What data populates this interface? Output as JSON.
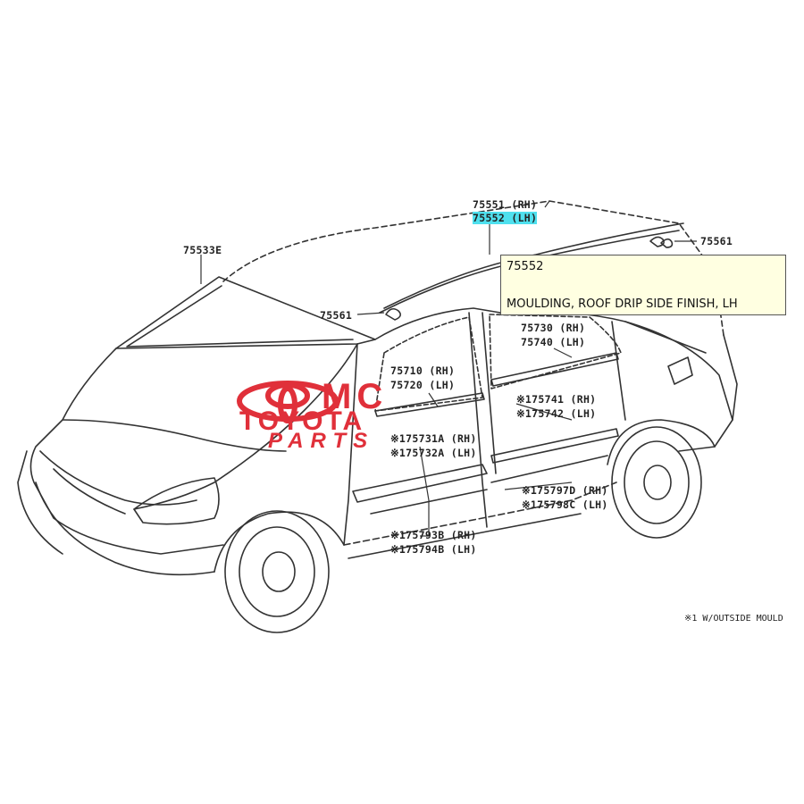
{
  "labels": [
    {
      "id": "p75551",
      "text": "75551 (RH)"
    },
    {
      "id": "p75552",
      "text": "75552 (LH)"
    },
    {
      "id": "p75533",
      "text": "75533E"
    },
    {
      "id": "p75561a",
      "text": "75561"
    },
    {
      "id": "p75561b",
      "text": "75561"
    },
    {
      "id": "p75730",
      "text": "75730 (RH)"
    },
    {
      "id": "p75740",
      "text": "75740 (LH)"
    },
    {
      "id": "p75710",
      "text": "75710 (RH)"
    },
    {
      "id": "p75720",
      "text": "75720 (LH)"
    },
    {
      "id": "p75741",
      "text": "※175741 (RH)"
    },
    {
      "id": "p75742",
      "text": "※175742 (LH)"
    },
    {
      "id": "p75731",
      "text": "※175731A (RH)"
    },
    {
      "id": "p75732",
      "text": "※175732A (LH)"
    },
    {
      "id": "p75797",
      "text": "※175797D (RH)"
    },
    {
      "id": "p75798",
      "text": "※175798C (LH)"
    },
    {
      "id": "p75793",
      "text": "※175793B (RH)"
    },
    {
      "id": "p75794",
      "text": "※175794B (LH)"
    }
  ],
  "highlighted_part": "75552 (LH)",
  "tooltip": {
    "code": "75552",
    "description": "MOULDING, ROOF DRIP SIDE FINISH, LH"
  },
  "footnote": "※1 W/OUTSIDE MOULD",
  "watermark": {
    "line1": "MC",
    "line2": "TOYOTA",
    "line3": "PARTS",
    "color": "#e0303a"
  },
  "colors": {
    "highlight": "#4fe0ee",
    "tooltip_bg": "#ffffe1",
    "line": "#333333"
  }
}
